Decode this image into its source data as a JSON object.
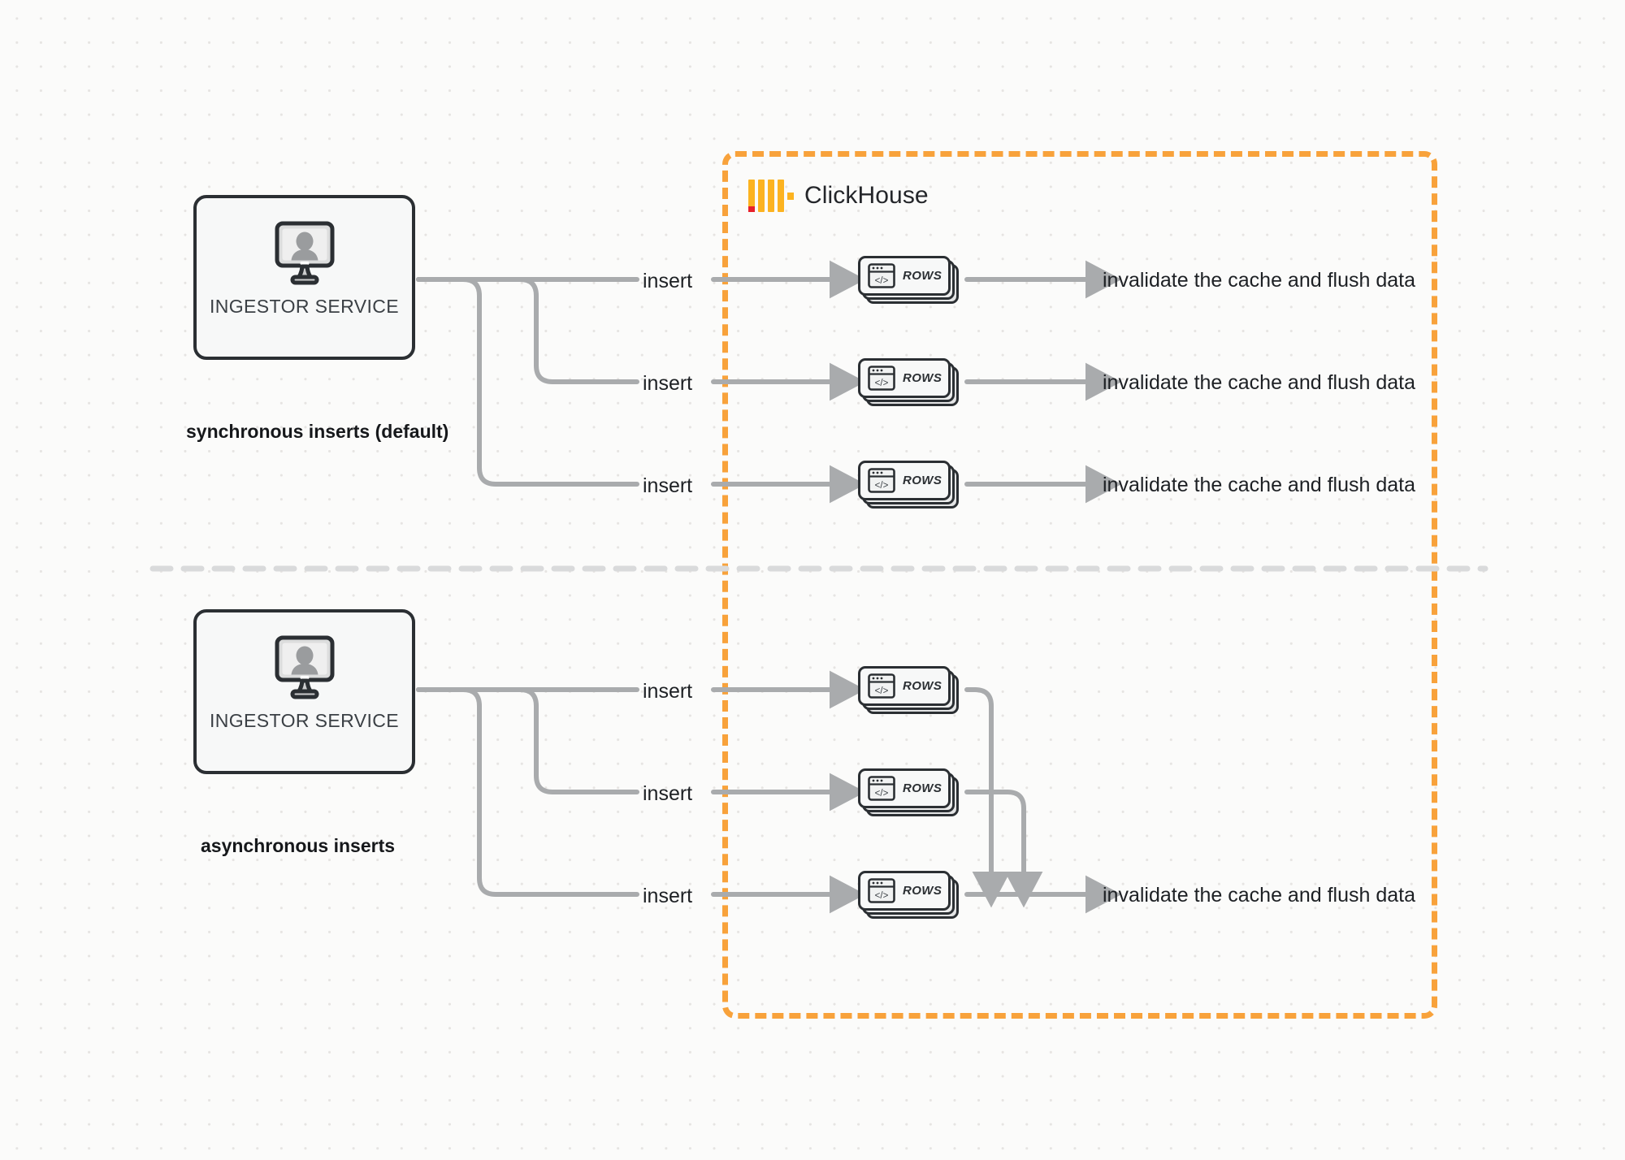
{
  "diagram": {
    "title": "ClickHouse synchronous vs asynchronous inserts",
    "colors": {
      "boundary_orange": "#f8a23b",
      "logo_yellow": "#fcb320",
      "logo_red": "#e8202a",
      "wire_gray": "#a9abad",
      "box_border": "#2b2f33",
      "background": "#fbfbfa"
    }
  },
  "clickhouse": {
    "name": "ClickHouse",
    "logo_icon": "clickhouse-logo-icon"
  },
  "sections": [
    {
      "id": "sync",
      "caption": "synchronous inserts (default)",
      "ingestor": {
        "label": "INGESTOR SERVICE",
        "icon": "monitor-user-icon"
      },
      "rows": [
        {
          "insert_label": "insert",
          "card_label": "ROWS",
          "card_icon": "code-window-icon",
          "result_label": "invalidate the cache and flush data"
        },
        {
          "insert_label": "insert",
          "card_label": "ROWS",
          "card_icon": "code-window-icon",
          "result_label": "invalidate the cache and flush data"
        },
        {
          "insert_label": "insert",
          "card_label": "ROWS",
          "card_icon": "code-window-icon",
          "result_label": "invalidate the cache and flush data"
        }
      ]
    },
    {
      "id": "async",
      "caption": "asynchronous inserts",
      "ingestor": {
        "label": "INGESTOR SERVICE",
        "icon": "monitor-user-icon"
      },
      "rows": [
        {
          "insert_label": "insert",
          "card_label": "ROWS",
          "card_icon": "code-window-icon"
        },
        {
          "insert_label": "insert",
          "card_label": "ROWS",
          "card_icon": "code-window-icon"
        },
        {
          "insert_label": "insert",
          "card_label": "ROWS",
          "card_icon": "code-window-icon"
        }
      ],
      "merged_result_label": "invalidate the cache and flush data"
    }
  ]
}
